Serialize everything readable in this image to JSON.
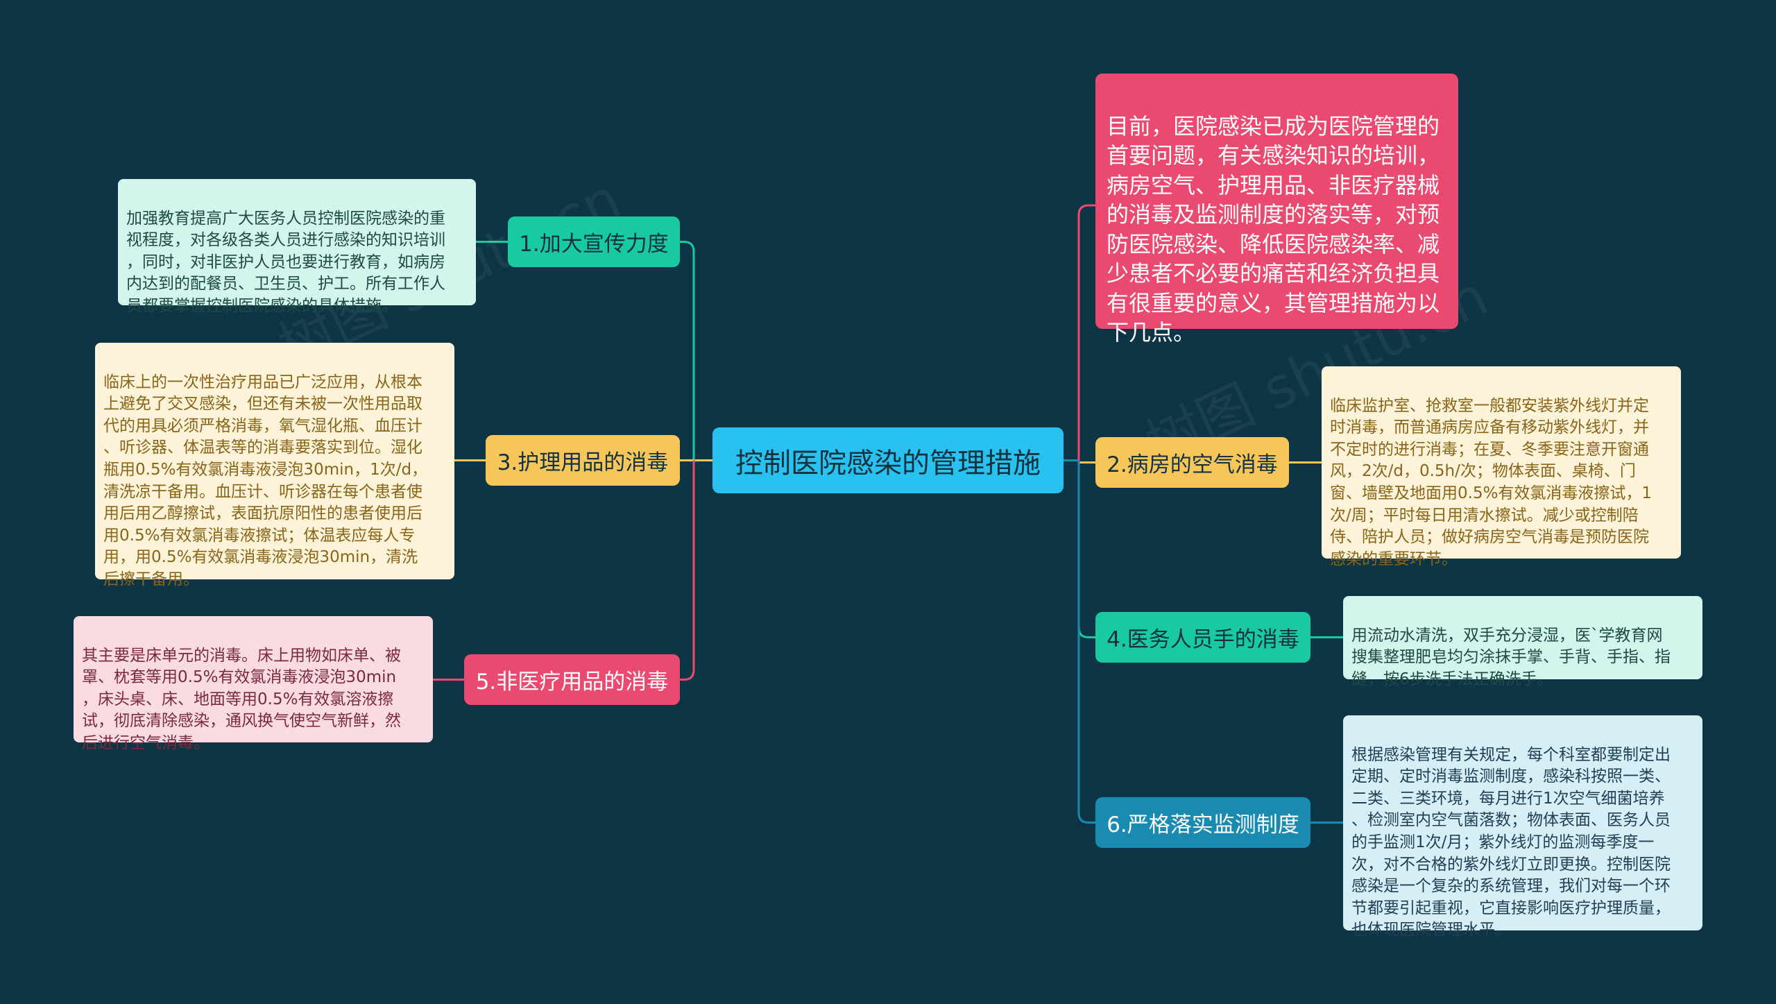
{
  "center": {
    "label": "控制医院感染的管理措施",
    "color": "#28c1f0"
  },
  "intro": {
    "text": "目前，医院感染已成为医院管理的\n首要问题，有关感染知识的培训，\n病房空气、护理用品、非医疗器械\n的消毒及监测制度的落实等，对预\n防医院感染、降低医院感染率、减\n少患者不必要的痛苦和经济负担具\n有很重要的意义，其管理措施为以\n下几点。",
    "color": "#ea4a6f"
  },
  "branches": [
    {
      "label": "1.加大宣传力度",
      "color": "#19c9a0",
      "note": "加强教育提高广大医务人员控制医院感染的重\n视程度，对各级各类人员进行感染的知识培训\n，同时，对非医护人员也要进行教育，如病房\n内达到的配餐员、卫生员、护工。所有工作人\n员都要掌握控制医院感染的具体措施。",
      "note_bg": "#d3f5ec"
    },
    {
      "label": "3.护理用品的消毒",
      "color": "#f6c65a",
      "note": "临床上的一次性治疗用品已广泛应用，从根本\n上避免了交叉感染，但还有未被一次性用品取\n代的用具必须严格消毒，氧气湿化瓶、血压计\n、听诊器、体温表等的消毒要落实到位。湿化\n瓶用0.5%有效氯消毒液浸泡30min，1次/d，\n清洗凉干备用。血压计、听诊器在每个患者使\n用后用乙醇擦试，表面抗原阳性的患者使用后\n用0.5%有效氯消毒液擦试；体温表应每人专\n用，用0.5%有效氯消毒液浸泡30min，清洗\n后擦干备用。",
      "note_bg": "#fdf3d9"
    },
    {
      "label": "5.非医疗用品的消毒",
      "color": "#ea4a6f",
      "note": "其主要是床单元的消毒。床上用物如床单、被\n罩、枕套等用0.5%有效氯消毒液浸泡30min\n，床头桌、床、地面等用0.5%有效氯溶液擦\n试，彻底清除感染，通风换气使空气新鲜，然\n后进行空气消毒。",
      "note_bg": "#fadbe2"
    },
    {
      "label": "2.病房的空气消毒",
      "color": "#f6c65a",
      "note": "临床监护室、抢救室一般都安装紫外线灯并定\n时消毒，而普通病房应备有移动紫外线灯，并\n不定时的进行消毒；在夏、冬季要注意开窗通\n风，2次/d，0.5h/次；物体表面、桌椅、门\n窗、墙壁及地面用0.5%有效氯消毒液擦试，1\n次/周；平时每日用清水擦试。减少或控制陪\n侍、陪护人员；做好病房空气消毒是预防医院\n感染的重要环节。",
      "note_bg": "#fdf3d9"
    },
    {
      "label": "4.医务人员手的消毒",
      "color": "#19c9a0",
      "note": "用流动水清洗，双手充分浸湿，医`学教育网\n搜集整理肥皂均匀涂抹手掌、手背、手指、指\n缝，按6步洗手法正确洗手。",
      "note_bg": "#d3f5ec"
    },
    {
      "label": "6.严格落实监测制度",
      "color": "#1a8bb0",
      "note": "根据感染管理有关规定，每个科室都要制定出\n定期、定时消毒监测制度，感染科按照一类、\n二类、三类环境，每月进行1次空气细菌培养\n、检测室内空气菌落数；物体表面、医务人员\n的手监测1次/月；紫外线灯的监测每季度一\n次，对不合格的紫外线灯立即更换。控制医院\n感染是一个复杂的系统管理，我们对每一个环\n节都要引起重视，它直接影响医疗护理质量，\n也体现医院管理水平。",
      "note_bg": "#d6eef6"
    }
  ]
}
